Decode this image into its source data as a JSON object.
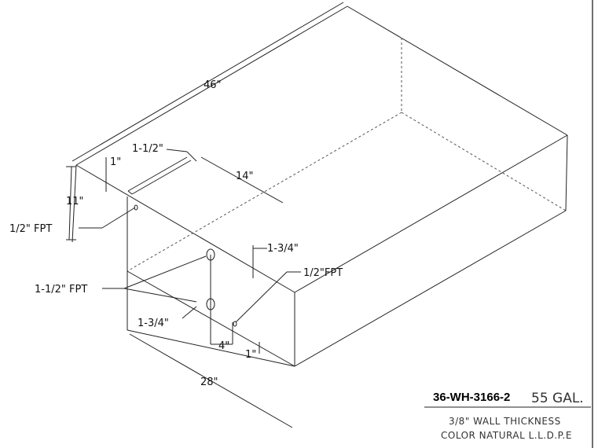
{
  "dimensions": {
    "length": "46\"",
    "height": "11\"",
    "width": "28\"",
    "top_offset": "1\"",
    "top_fitting_offset": "1-1/2\"",
    "top_fitting_run": "14\"",
    "side_spacing": "1-3/4\"",
    "lower_spacing": "1-3/4\"",
    "side_horizontal": "4\"",
    "corner_offset": "1\""
  },
  "callouts": {
    "top_fpt": "1/2\" FPT",
    "side_fpt": "1-1/2\" FPT",
    "corner_fpt": "1/2\"FPT"
  },
  "title_block": {
    "part_number": "36-WH-3166-2",
    "capacity": "55 GAL.",
    "wall_thickness": "3/8\" WALL THICKNESS",
    "material": "COLOR NATURAL L.L.D.P.E"
  }
}
